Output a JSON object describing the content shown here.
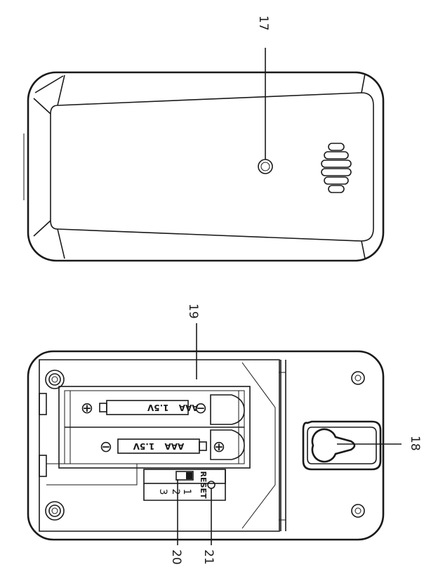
{
  "callouts": {
    "front_speaker_hole": "17",
    "wall_mount_hole": "18",
    "battery_compartment": "19",
    "channel_switch": "20",
    "reset_button": "21"
  },
  "battery": {
    "type": "AAA",
    "voltage": "1.5V",
    "plus": "⊕",
    "minus": "⊖"
  },
  "switch_positions": [
    "1",
    "2",
    "3"
  ],
  "reset_label": "RESET"
}
